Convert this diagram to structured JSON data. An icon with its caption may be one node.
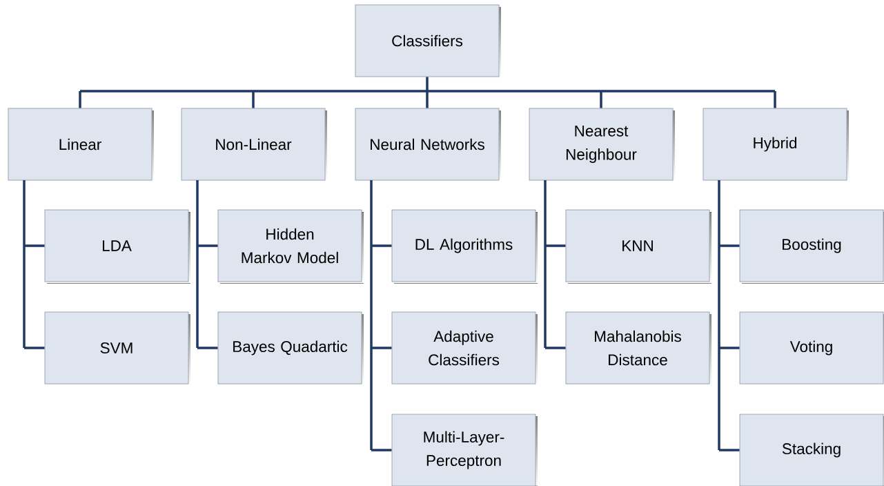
{
  "diagram": {
    "nodes": [
      {
        "text": [
          "Classifiers"
        ]
      },
      {
        "text": [
          "Linear"
        ]
      },
      {
        "text": [
          "Non-Linear"
        ]
      },
      {
        "text": [
          "Neural Networks"
        ]
      },
      {
        "text": [
          "Nearest Neighbour"
        ]
      },
      {
        "text": [
          "Hybrid"
        ]
      },
      {
        "text": [
          "LDA"
        ]
      },
      {
        "text": [
          "SVM"
        ]
      },
      {
        "text": [
          "Hidden Markov Model"
        ]
      },
      {
        "text": [
          "Bayes Quadartic"
        ]
      },
      {
        "text": [
          "DL Algorithms"
        ]
      },
      {
        "text": [
          "Adaptive Classifiers"
        ]
      },
      {
        "text": [
          "Multi-Layer-Perceptron"
        ]
      },
      {
        "text": [
          "KNN"
        ]
      },
      {
        "text": [
          "Mahalanobis Distance"
        ]
      },
      {
        "text": [
          "Boosting"
        ]
      },
      {
        "text": [
          "Voting"
        ]
      },
      {
        "text": [
          "Stacking"
        ]
      }
    ],
    "edges": [
      {
        "from": 0,
        "to": 1,
        "arrow": "none"
      },
      {
        "from": 0,
        "to": 2,
        "arrow": "none"
      },
      {
        "from": 0,
        "to": 3,
        "arrow": "none"
      },
      {
        "from": 0,
        "to": 4,
        "arrow": "none"
      },
      {
        "from": 0,
        "to": 5,
        "arrow": "none"
      },
      {
        "from": 1,
        "to": 6,
        "arrow": "none"
      },
      {
        "from": 1,
        "to": 7,
        "arrow": "none"
      },
      {
        "from": 2,
        "to": 8,
        "arrow": "none"
      },
      {
        "from": 2,
        "to": 9,
        "arrow": "none"
      },
      {
        "from": 3,
        "to": 10,
        "arrow": "none"
      },
      {
        "from": 3,
        "to": 11,
        "arrow": "none"
      },
      {
        "from": 3,
        "to": 12,
        "arrow": "none"
      },
      {
        "from": 4,
        "to": 13,
        "arrow": "none"
      },
      {
        "from": 4,
        "to": 14,
        "arrow": "none"
      },
      {
        "from": 5,
        "to": 15,
        "arrow": "none"
      },
      {
        "from": 5,
        "to": 16,
        "arrow": "none"
      },
      {
        "from": 5,
        "to": 17,
        "arrow": "none"
      }
    ]
  }
}
